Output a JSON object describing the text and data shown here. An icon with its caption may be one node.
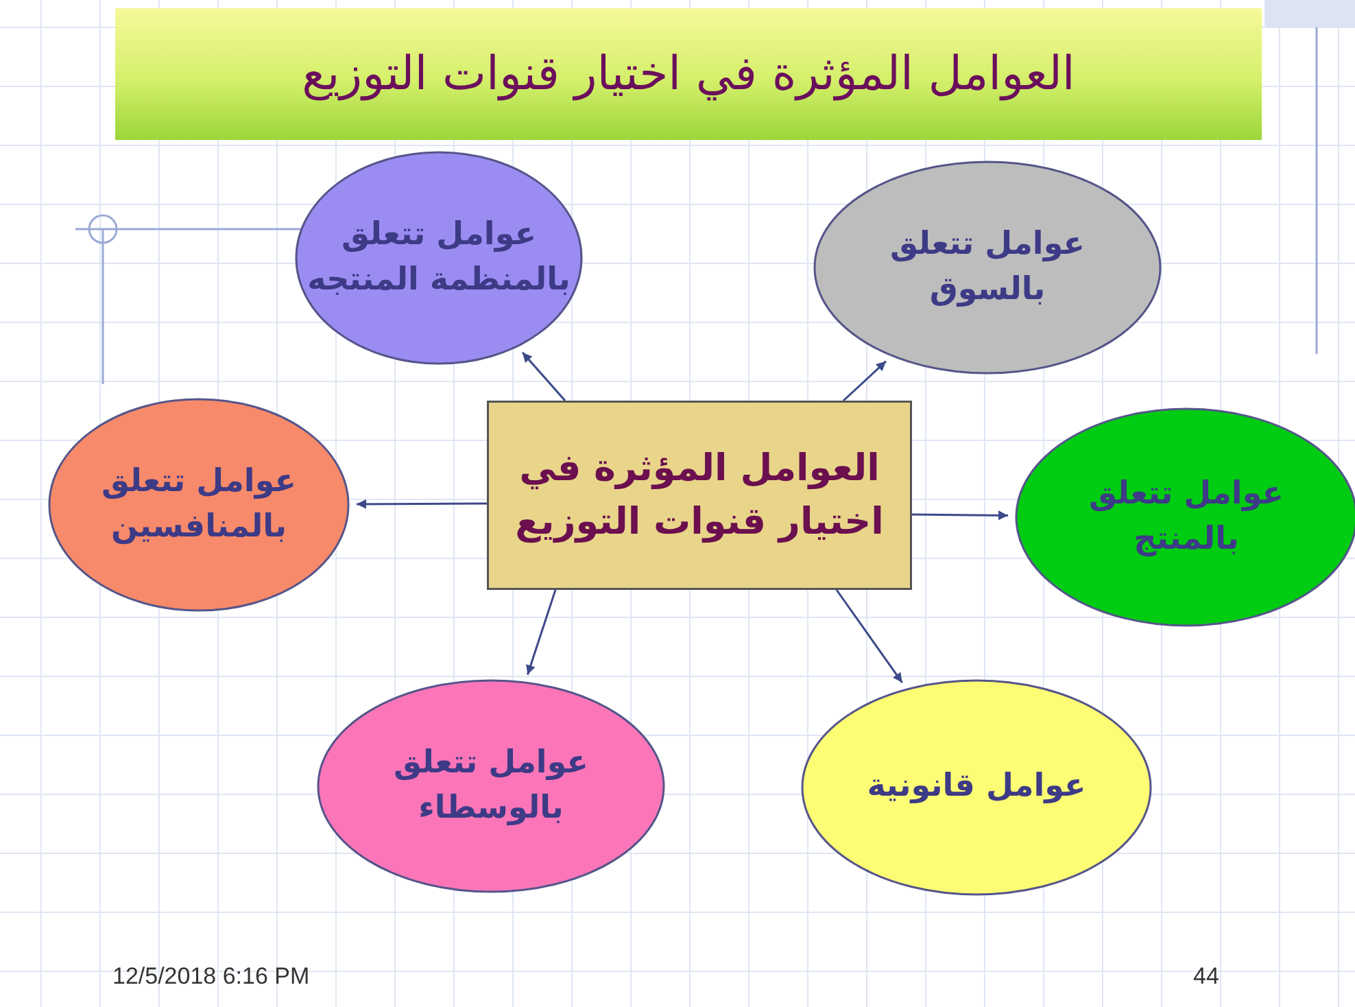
{
  "diagram": {
    "title": "العوامل المؤثرة في اختيار قنوات التوزيع",
    "nodes": [
      {
        "text": [
          "العوامل المؤثرة  في اختيار قنوات التوزيع"
        ]
      },
      {
        "text": [
          "عوامل تتعلق بالمنظمة المنتجه"
        ]
      },
      {
        "text": [
          "عوامل تتعلق بالسوق"
        ]
      },
      {
        "text": [
          "عوامل تتعلق بالمنافسين"
        ]
      },
      {
        "text": [
          "عوامل تتعلق بالمنتج"
        ]
      },
      {
        "text": [
          "عوامل تتعلق بالوسطاء"
        ]
      },
      {
        "text": [
          "عوامل قانونية"
        ]
      }
    ],
    "edges": [
      {
        "from": 0,
        "to": 1,
        "arrow": "to"
      },
      {
        "from": 0,
        "to": 2,
        "arrow": "to"
      },
      {
        "from": 0,
        "to": 3,
        "arrow": "to"
      },
      {
        "from": 0,
        "to": 4,
        "arrow": "to"
      },
      {
        "from": 0,
        "to": 5,
        "arrow": "to"
      },
      {
        "from": 0,
        "to": 6,
        "arrow": "to"
      }
    ],
    "labels": [
      "12/5/2018 6:16 PM",
      "44"
    ]
  }
}
